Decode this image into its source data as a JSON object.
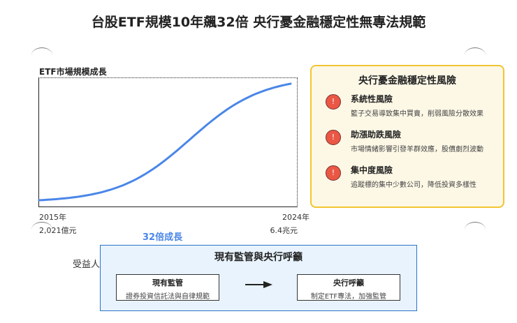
{
  "title": "台股ETF規模10年飆32倍 央行憂金融穩定性無專法規範",
  "chart_data": {
    "type": "line",
    "title": "ETF市場規模成長",
    "x": [
      "2015年",
      "2024年"
    ],
    "start_label": "2,021億元",
    "end_label": "6.4兆元",
    "shape": "S-curve",
    "color": "#4a86e8",
    "annotation": "32倍成長"
  },
  "beneficiary": "受益人",
  "regulation": {
    "title": "現有監管與央行呼籲",
    "current": {
      "heading": "現有監管",
      "text": "證券投資信託法與自律規範"
    },
    "call": {
      "heading": "央行呼籲",
      "text": "制定ETF專法，加強監管"
    }
  },
  "risks": {
    "title": "央行憂金融穩定性風險",
    "items": [
      {
        "heading": "系統性風險",
        "text": "籃子交易導致集中買賣，削弱風險分散效果"
      },
      {
        "heading": "助漲助跌風險",
        "text": "市場情緒影響引發羊群效應，股價劇烈波動"
      },
      {
        "heading": "集中度風險",
        "text": "追蹤標的集中少數公司，降低投資多樣性"
      }
    ],
    "icon": "!",
    "accent": "#f2c531"
  }
}
